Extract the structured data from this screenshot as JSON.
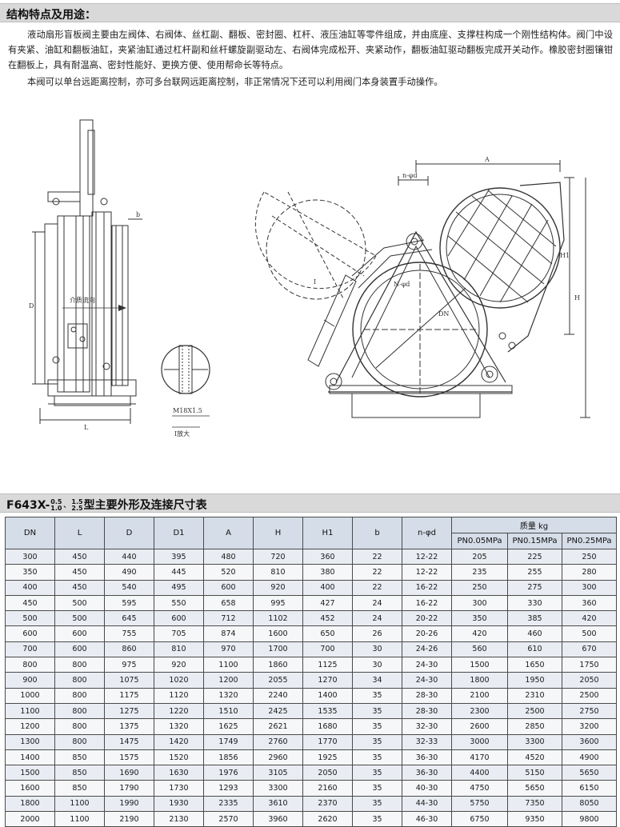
{
  "section1": {
    "title": "结构特点及用途：",
    "para1": "液动扇形盲板阀主要由左阀体、右阀体、丝杠副、翻板、密封圈、杠杆、液压油缸等零件组成，并由底座、支撑柱构成一个刚性结构体。阀门中设有夹紧、油缸和翻板油缸，夹紧油缸通过杠杆副和丝杆螺旋副驱动左、右阀体完成松开、夹紧动作，翻板油缸驱动翻板完成开关动作。橡胶密封圈镶钳在翻板上，具有耐温高、密封性能好、更换方便、使用帮命长等特点。",
    "para2": "本阀可以单台远距离控制，亦可多台联网远距离控制，非正常情况下还可以利用阀门本身装置手动操作。"
  },
  "drawing": {
    "label_flow": "介质流向",
    "label_D": "D",
    "label_b": "b",
    "label_L": "L",
    "label_thread": "M18X1.5",
    "label_detail": "I放大",
    "label_I": "I",
    "label_A": "A",
    "label_H": "H",
    "label_H1": "H1",
    "label_nd": "n-φd",
    "label_N": "N-φd",
    "label_DN": "DN"
  },
  "section2": {
    "title_prefix": "F643X-",
    "frac1_top": "0.5",
    "frac1_bottom": "1.0",
    "sep": "、",
    "frac2_top": "1.5",
    "frac2_bottom": "2.5",
    "title_suffix": "型主要外形及连接尺寸表"
  },
  "table": {
    "headers": [
      "DN",
      "L",
      "D",
      "D1",
      "A",
      "H",
      "H1",
      "b",
      "n-φd"
    ],
    "mass_header": "质量 kg",
    "pressure_headers": [
      "PN0.05MPa",
      "PN0.15MPa",
      "PN0.25MPa"
    ],
    "rows": [
      [
        "300",
        "450",
        "440",
        "395",
        "480",
        "720",
        "360",
        "22",
        "12-22",
        "205",
        "225",
        "250"
      ],
      [
        "350",
        "450",
        "490",
        "445",
        "520",
        "810",
        "380",
        "22",
        "12-22",
        "235",
        "255",
        "280"
      ],
      [
        "400",
        "450",
        "540",
        "495",
        "600",
        "920",
        "400",
        "22",
        "16-22",
        "250",
        "275",
        "300"
      ],
      [
        "450",
        "500",
        "595",
        "550",
        "658",
        "995",
        "427",
        "24",
        "16-22",
        "300",
        "330",
        "360"
      ],
      [
        "500",
        "500",
        "645",
        "600",
        "712",
        "1102",
        "452",
        "24",
        "20-22",
        "350",
        "385",
        "420"
      ],
      [
        "600",
        "600",
        "755",
        "705",
        "874",
        "1600",
        "650",
        "26",
        "20-26",
        "420",
        "460",
        "500"
      ],
      [
        "700",
        "600",
        "860",
        "810",
        "970",
        "1700",
        "700",
        "30",
        "24-26",
        "560",
        "610",
        "670"
      ],
      [
        "800",
        "800",
        "975",
        "920",
        "1100",
        "1860",
        "1125",
        "30",
        "24-30",
        "1500",
        "1650",
        "1750"
      ],
      [
        "900",
        "800",
        "1075",
        "1020",
        "1200",
        "2055",
        "1270",
        "34",
        "24-30",
        "1800",
        "1950",
        "2050"
      ],
      [
        "1000",
        "800",
        "1175",
        "1120",
        "1320",
        "2240",
        "1400",
        "35",
        "28-30",
        "2100",
        "2310",
        "2500"
      ],
      [
        "1100",
        "800",
        "1275",
        "1220",
        "1510",
        "2425",
        "1535",
        "35",
        "28-30",
        "2300",
        "2500",
        "2750"
      ],
      [
        "1200",
        "800",
        "1375",
        "1320",
        "1625",
        "2621",
        "1680",
        "35",
        "32-30",
        "2600",
        "2850",
        "3200"
      ],
      [
        "1300",
        "800",
        "1475",
        "1420",
        "1749",
        "2760",
        "1770",
        "35",
        "32-33",
        "3000",
        "3300",
        "3600"
      ],
      [
        "1400",
        "850",
        "1575",
        "1520",
        "1856",
        "2960",
        "1925",
        "35",
        "36-30",
        "4170",
        "4520",
        "4900"
      ],
      [
        "1500",
        "850",
        "1690",
        "1630",
        "1976",
        "3105",
        "2050",
        "35",
        "36-30",
        "4400",
        "5150",
        "5650"
      ],
      [
        "1600",
        "850",
        "1790",
        "1730",
        "1293",
        "3300",
        "2160",
        "35",
        "40-30",
        "4750",
        "5650",
        "6150"
      ],
      [
        "1800",
        "1100",
        "1990",
        "1930",
        "2335",
        "3610",
        "2370",
        "35",
        "44-30",
        "5750",
        "7350",
        "8050"
      ],
      [
        "2000",
        "1100",
        "2190",
        "2130",
        "2570",
        "3960",
        "2620",
        "35",
        "46-30",
        "6750",
        "9350",
        "9800"
      ]
    ]
  }
}
